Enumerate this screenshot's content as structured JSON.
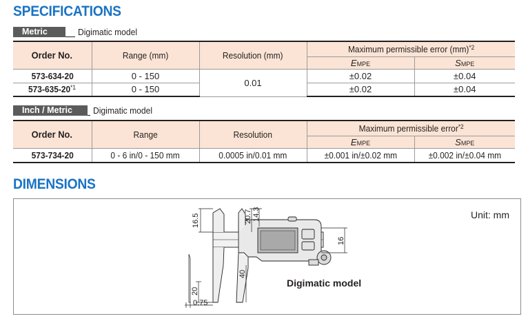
{
  "specs": {
    "heading": "SPECIFICATIONS",
    "metric": {
      "tag": "Metric",
      "subtitle": "Digimatic model",
      "headers": {
        "order": "Order No.",
        "range": "Range (mm)",
        "resolution": "Resolution (mm)",
        "mpe": "Maximum permissible error (mm)",
        "mpe_note": "*2",
        "e_main": "E",
        "e_sub": "MPE",
        "s_main": "S",
        "s_sub": "MPE"
      },
      "rows": [
        {
          "order": "573-634-20",
          "note": "",
          "range": "0 - 150",
          "e": "±0.02",
          "s": "±0.04"
        },
        {
          "order": "573-635-20",
          "note": "*1",
          "range": "0 - 150",
          "e": "±0.02",
          "s": "±0.04"
        }
      ],
      "resolution": "0.01"
    },
    "inch": {
      "tag": "Inch / Metric",
      "subtitle": "Digimatic model",
      "headers": {
        "order": "Order No.",
        "range": "Range",
        "resolution": "Resolution",
        "mpe": "Maximum permissible error",
        "mpe_note": "*2",
        "e_main": "E",
        "e_sub": "MPE",
        "s_main": "S",
        "s_sub": "MPE"
      },
      "rows": [
        {
          "order": "573-734-20",
          "range": "0 - 6 in/0 - 150 mm",
          "resolution": "0.0005 in/0.01 mm",
          "e": "±0.001 in/±0.02 mm",
          "s": "±0.002 in/±0.04 mm"
        }
      ]
    }
  },
  "dimensions": {
    "heading": "DIMENSIONS",
    "unit": "Unit: mm",
    "caption": "Digimatic model",
    "labels": {
      "d16_5": "16.5",
      "d20_7": "20.7",
      "d14_3": "14.3",
      "d16": "16",
      "d40": "40",
      "d20": "20",
      "d0_75": "0.75"
    },
    "colors": {
      "ink": "#231f20",
      "body": "#e9e9e9",
      "display": "#bcbcbc"
    }
  }
}
